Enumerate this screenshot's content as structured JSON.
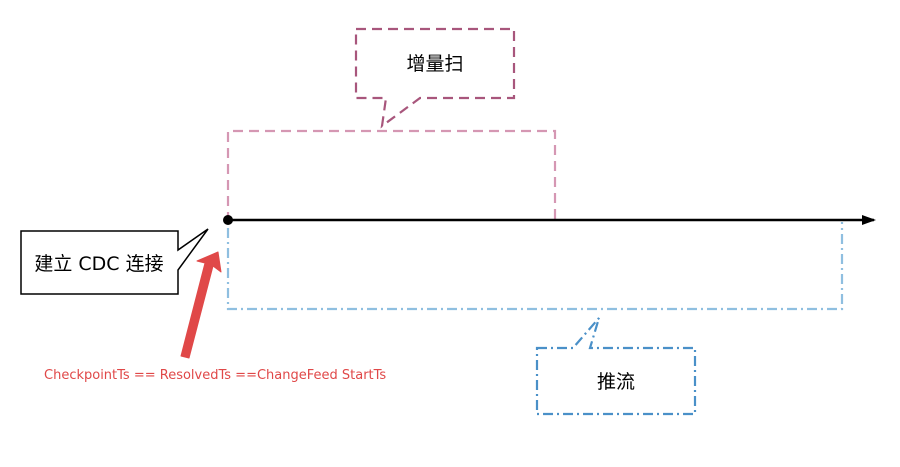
{
  "callouts": {
    "incremental_scan": "增量扫",
    "push_stream": "推流",
    "establish_cdc": "建立 CDC 连接"
  },
  "annotation": {
    "checkpoint_text": "CheckpointTs == ResolvedTs ==ChangeFeed StartTs"
  },
  "colors": {
    "incremental_scan": "#a8567c",
    "incremental_scan_light": "#d597b3",
    "push_stream": "#4a90c8",
    "push_stream_light": "#8fbfe0",
    "timeline": "#000000",
    "annotation": "#e04848"
  }
}
